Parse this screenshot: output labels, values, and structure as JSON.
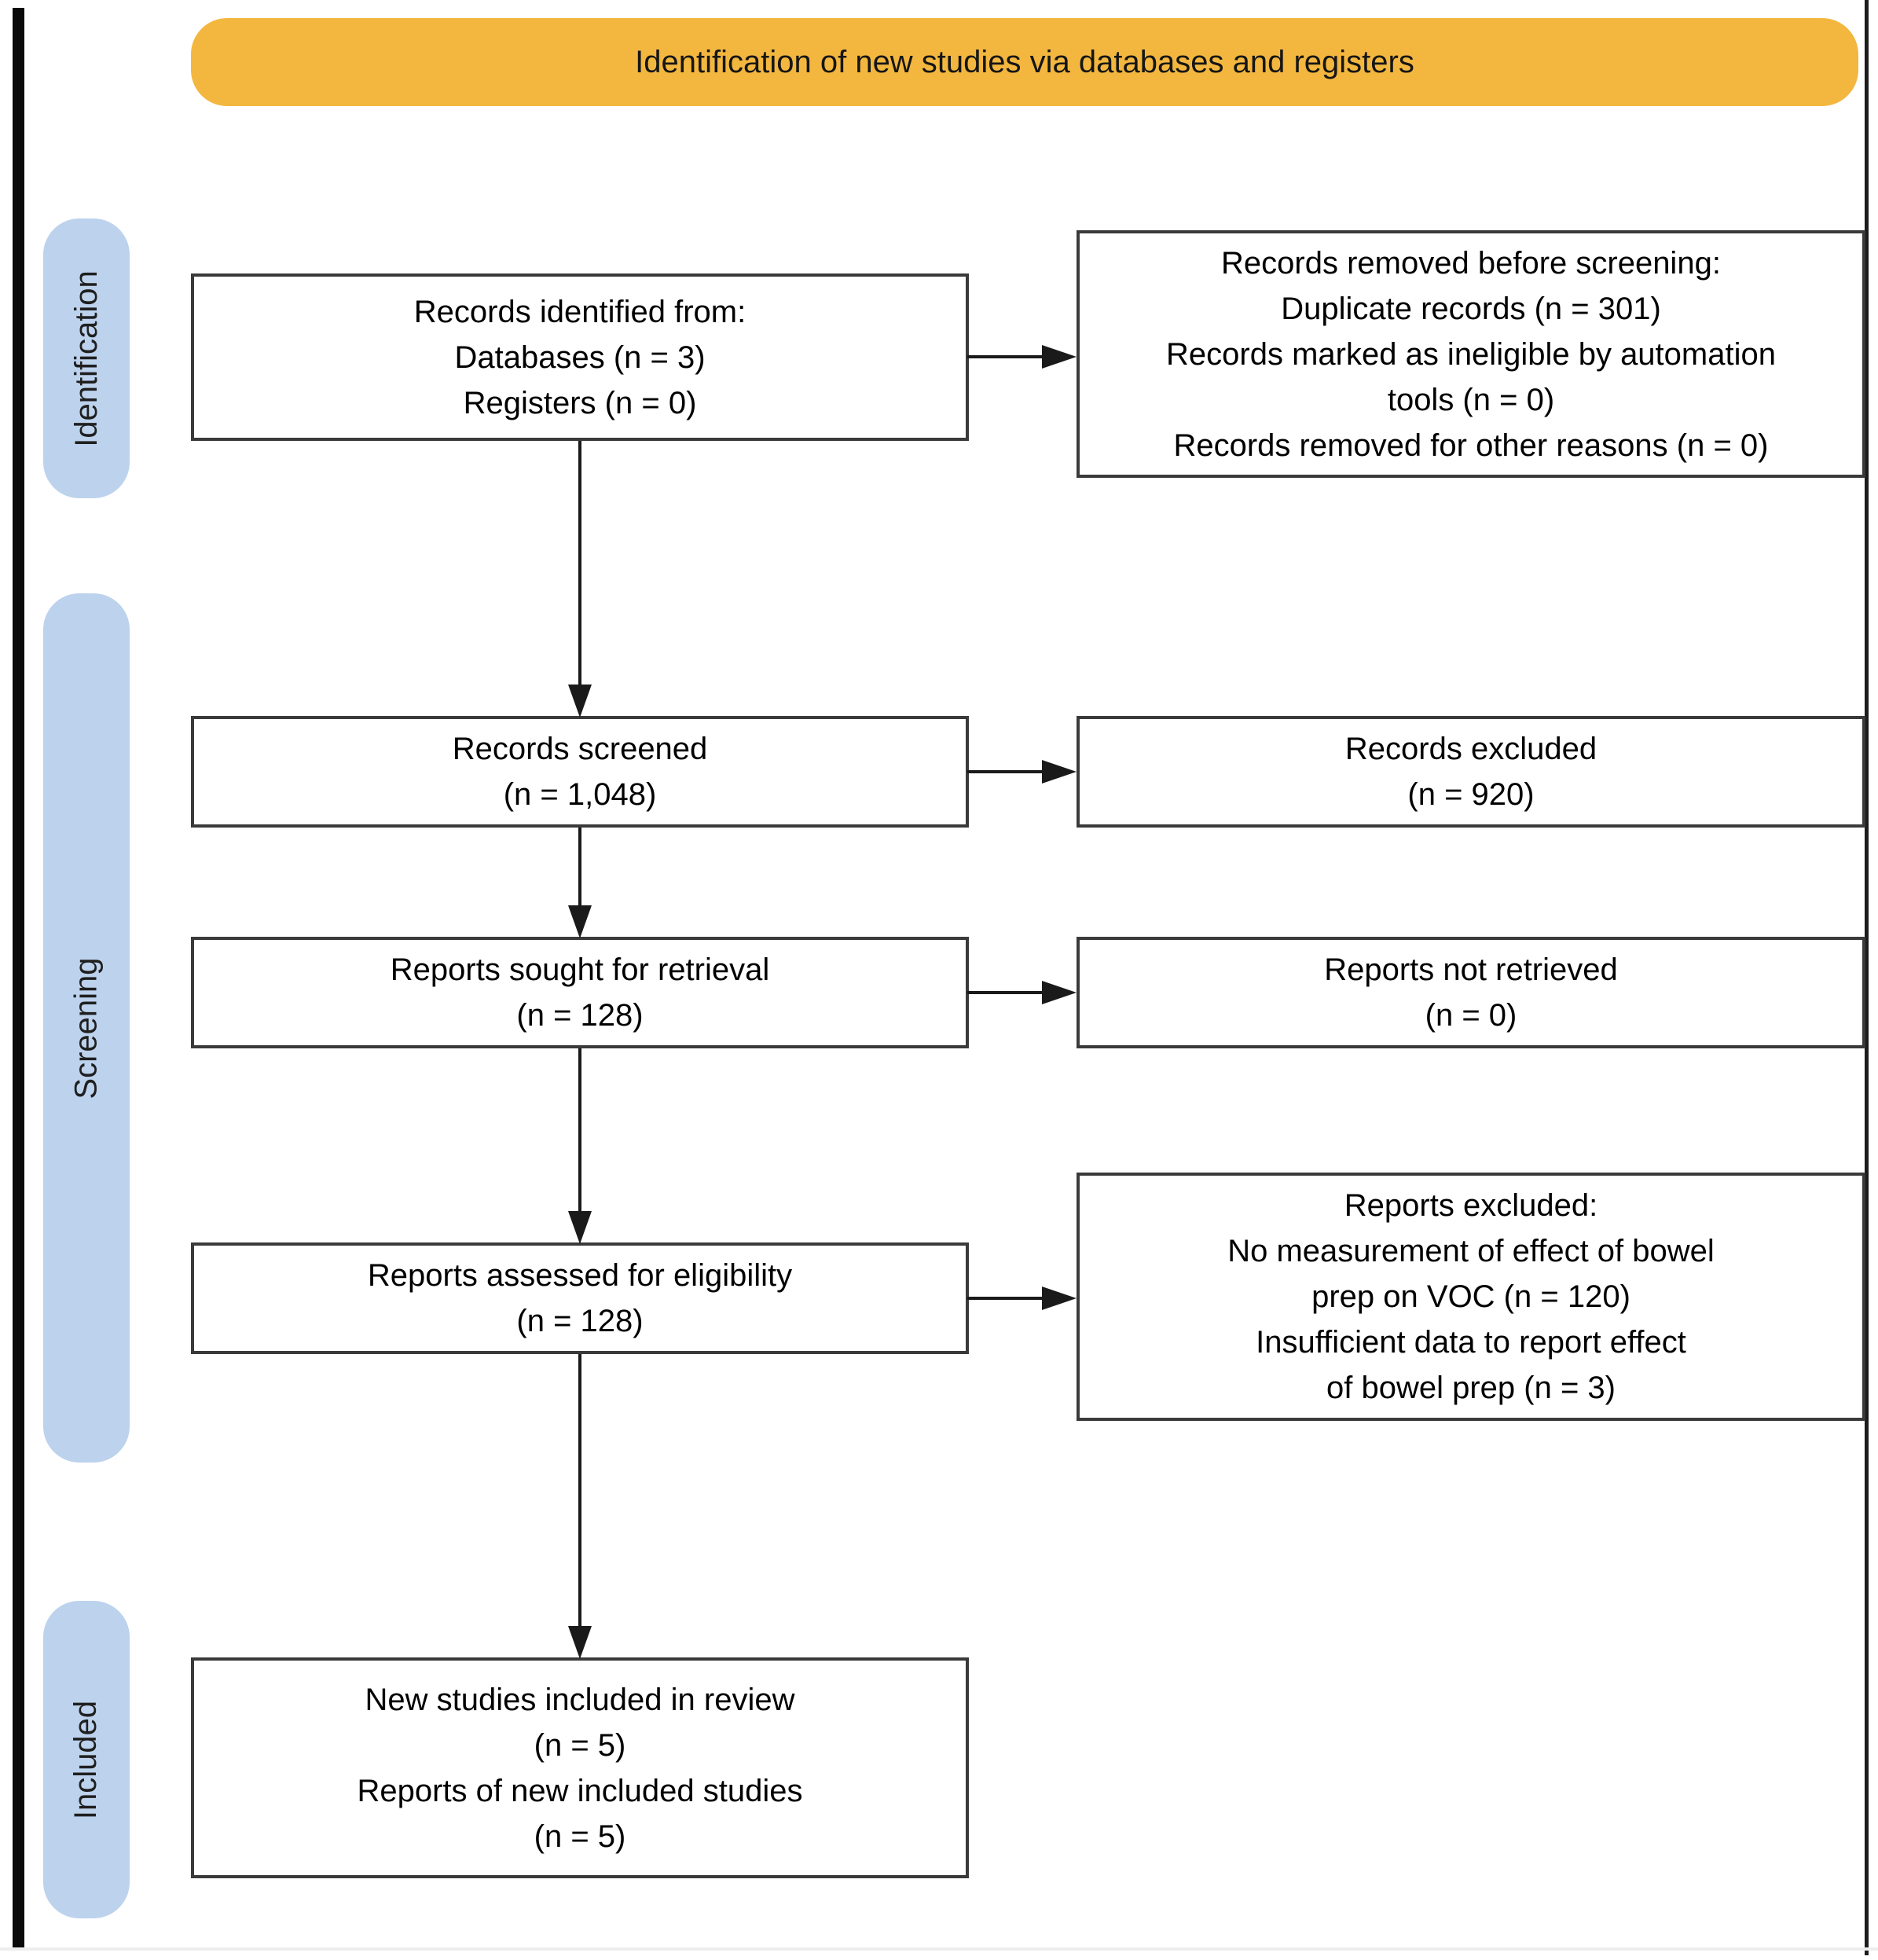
{
  "colors": {
    "header_bg": "#F3B73F",
    "stage_bg": "#BCD2ED",
    "box_border": "#3A3A3A",
    "arrow": "#1A1A1A"
  },
  "header": {
    "title": "Identification of new studies via databases and registers"
  },
  "stages": [
    {
      "label": "Identification"
    },
    {
      "label": "Screening"
    },
    {
      "label": "Included"
    }
  ],
  "flow": {
    "records_identified": {
      "lines": [
        "Records identified from:",
        "Databases (n = 3)",
        "Registers (n = 0)"
      ]
    },
    "records_removed": {
      "lines": [
        "Records removed before screening:",
        "Duplicate records (n = 301)",
        "Records marked as ineligible by automation",
        "tools (n = 0)",
        "Records removed for other reasons (n = 0)"
      ]
    },
    "records_screened": {
      "lines": [
        "Records screened",
        "(n = 1,048)"
      ]
    },
    "records_excluded": {
      "lines": [
        "Records excluded",
        "(n = 920)"
      ]
    },
    "reports_sought": {
      "lines": [
        "Reports sought for retrieval",
        "(n = 128)"
      ]
    },
    "reports_not_retrieved": {
      "lines": [
        "Reports not retrieved",
        "(n = 0)"
      ]
    },
    "reports_assessed": {
      "lines": [
        "Reports assessed for eligibility",
        "(n = 128)"
      ]
    },
    "reports_excluded": {
      "lines": [
        "Reports excluded:",
        "No measurement of effect of bowel",
        "prep on VOC (n = 120)",
        "Insufficient data to report effect",
        "of bowel prep (n = 3)"
      ]
    },
    "new_studies_included": {
      "lines": [
        "New studies included in review",
        "(n = 5)",
        "Reports of new included studies",
        "(n = 5)"
      ]
    }
  }
}
